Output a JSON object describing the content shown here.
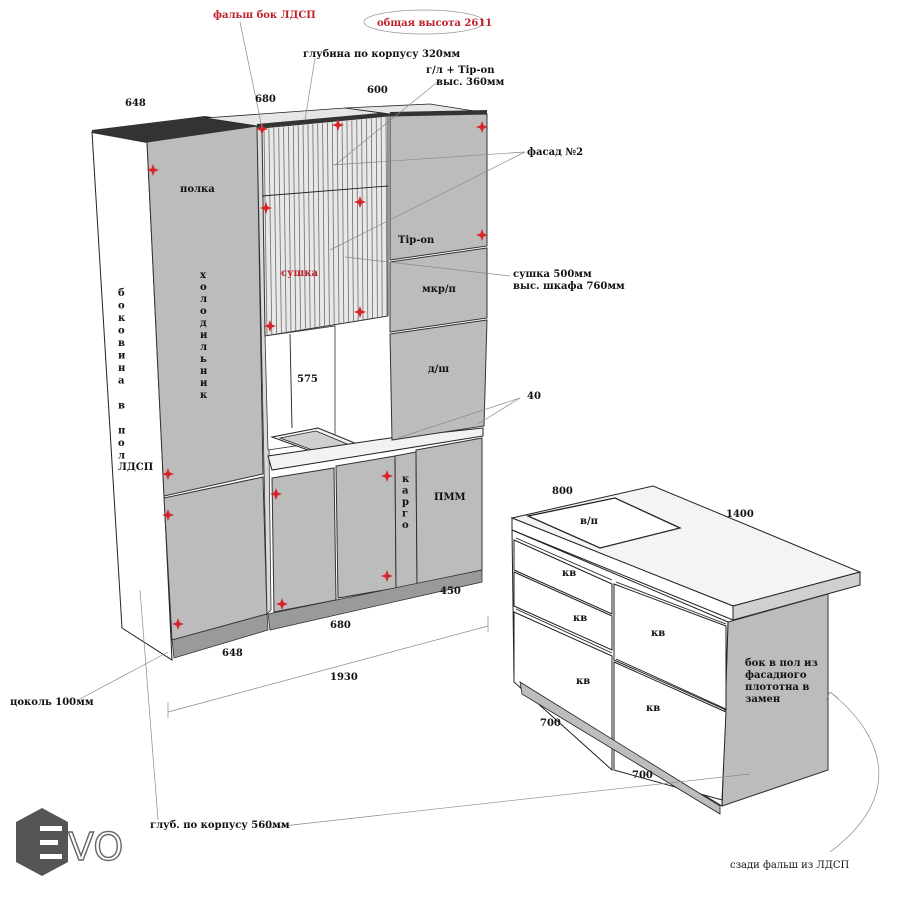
{
  "labels": {
    "false_side": "фальш бок ЛДСП",
    "total_height": "общая высота 2611",
    "depth_body": "глубина по корпусу 320мм",
    "gl_tipon_1": "г/л + Tip-on",
    "gl_tipon_2": "выс. 360мм",
    "facade2": "фасад №2",
    "dryer_1": "сушка 500мм",
    "dryer_2": "выс. шкафа 760мм",
    "dryer_on_facade": "сушка",
    "shelf": "полка",
    "fridge": "холодильник",
    "side_floor": "боковина в пол",
    "ldsp": "ЛДСП",
    "tipon": "Tip-on",
    "microwave": "мкр/п",
    "oven": "д/ш",
    "cargo": "карго",
    "dishwasher": "ПММ",
    "plinth": "цоколь 100мм",
    "depth_560": "глуб. по корпусу 560мм",
    "hob": "в/п",
    "kv": "кв",
    "island_side_1": "бок в пол из",
    "island_side_2": "фасадного",
    "island_side_3": "плототна в",
    "island_side_4": "замен",
    "back_false": "сзади фальш из ЛДСП"
  },
  "dims": {
    "d648_top": "648",
    "d680_top": "680",
    "d600_top": "600",
    "d575": "575",
    "d40": "40",
    "d450": "450",
    "d680_bottom": "680",
    "d648_bottom": "648",
    "d1930": "1930",
    "d800": "800",
    "d1400": "1400",
    "d700_left": "700",
    "d700_bottom": "700"
  },
  "logo": {
    "text": "VO"
  },
  "colors": {
    "facade": "#bcbcbc",
    "marker": "#d8232a",
    "label_red": "#c0202a"
  }
}
